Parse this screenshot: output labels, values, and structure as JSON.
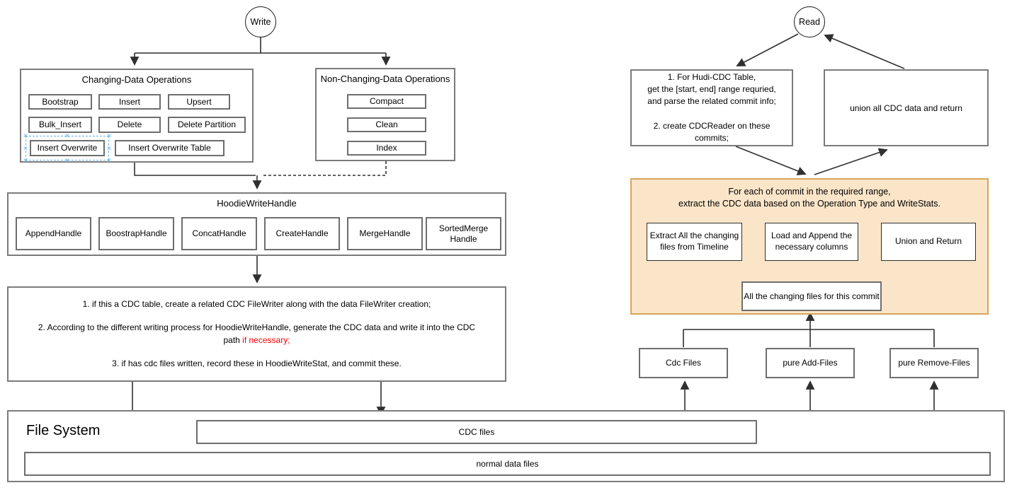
{
  "write": {
    "entry": "Write",
    "changing": {
      "title": "Changing-Data Operations",
      "items": [
        "Bootstrap",
        "Insert",
        "Upsert",
        "Bulk_Insert",
        "Delete",
        "Delete Partition",
        "Insert Overwrite",
        "Insert Overwrite Table"
      ]
    },
    "non_changing": {
      "title": "Non-Changing-Data Operations",
      "items": [
        "Compact",
        "Clean",
        "Index"
      ]
    },
    "hoodie": {
      "title": "HoodieWriteHandle",
      "handles": [
        "AppendHandle",
        "BoostrapHandle",
        "ConcatHandle",
        "CreateHandle",
        "MergeHandle",
        "SortedMerge\nHandle"
      ]
    },
    "steps": {
      "line1": "1. if this a CDC table, create a related CDC FileWriter along with the data FileWriter creation;",
      "line2a": "2. According to the different writing process for HoodieWriteHandle, generate the CDC data and write it into the CDC",
      "line2b": "path ",
      "line2_red": "if necessary;",
      "line3": "3. if has cdc files written, record these in HoodieWriteStat, and commit these."
    }
  },
  "read": {
    "entry": "Read",
    "step1": "1. For Hudi-CDC Table,\nget the [start, end] range requried,\nand parse the related commit info;\n\n2. create CDCReader on these\ncommits;",
    "union_all": "union all CDC data and return",
    "per_commit": {
      "title": "For each of commit in the required range,\nextract the CDC data based on the Operation Type and WriteStats.",
      "extract": "Extract All the changing files from Timeline",
      "load": "Load and Append the necessary columns",
      "union_return": "Union and Return",
      "all_changing": "All the changing files for this commit"
    },
    "file_groups": [
      "Cdc Files",
      "pure Add-Files",
      "pure Remove-Files"
    ]
  },
  "file_system": {
    "title": "File System",
    "cdc_bar": "CDC files",
    "normal_bar": "normal data files"
  },
  "colors": {
    "orange_fill": "#fbe5c9",
    "orange_border": "#d8a55c",
    "highlight_red": "#ff0000",
    "selection_blue": "#6fb6f5"
  }
}
